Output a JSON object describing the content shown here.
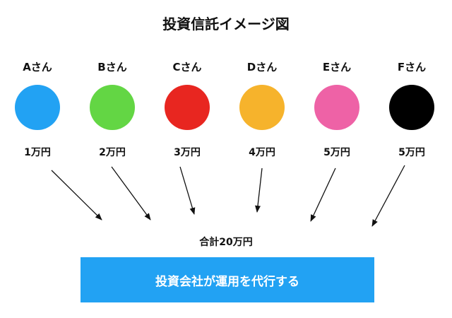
{
  "title": "投資信託イメージ図",
  "investors": [
    {
      "name": "Aさん",
      "amount": "1万円",
      "color": "#22A2F3"
    },
    {
      "name": "Bさん",
      "amount": "2万円",
      "color": "#63D644"
    },
    {
      "name": "Cさん",
      "amount": "3万円",
      "color": "#E82620"
    },
    {
      "name": "Dさん",
      "amount": "4万円",
      "color": "#F6B32C"
    },
    {
      "name": "Eさん",
      "amount": "5万円",
      "color": "#EE62A6"
    },
    {
      "name": "Fさん",
      "amount": "5万円",
      "color": "#000000"
    }
  ],
  "total": "合計20万円",
  "company": {
    "label": "投資会社が運用を代行する",
    "color": "#22A2F3"
  }
}
